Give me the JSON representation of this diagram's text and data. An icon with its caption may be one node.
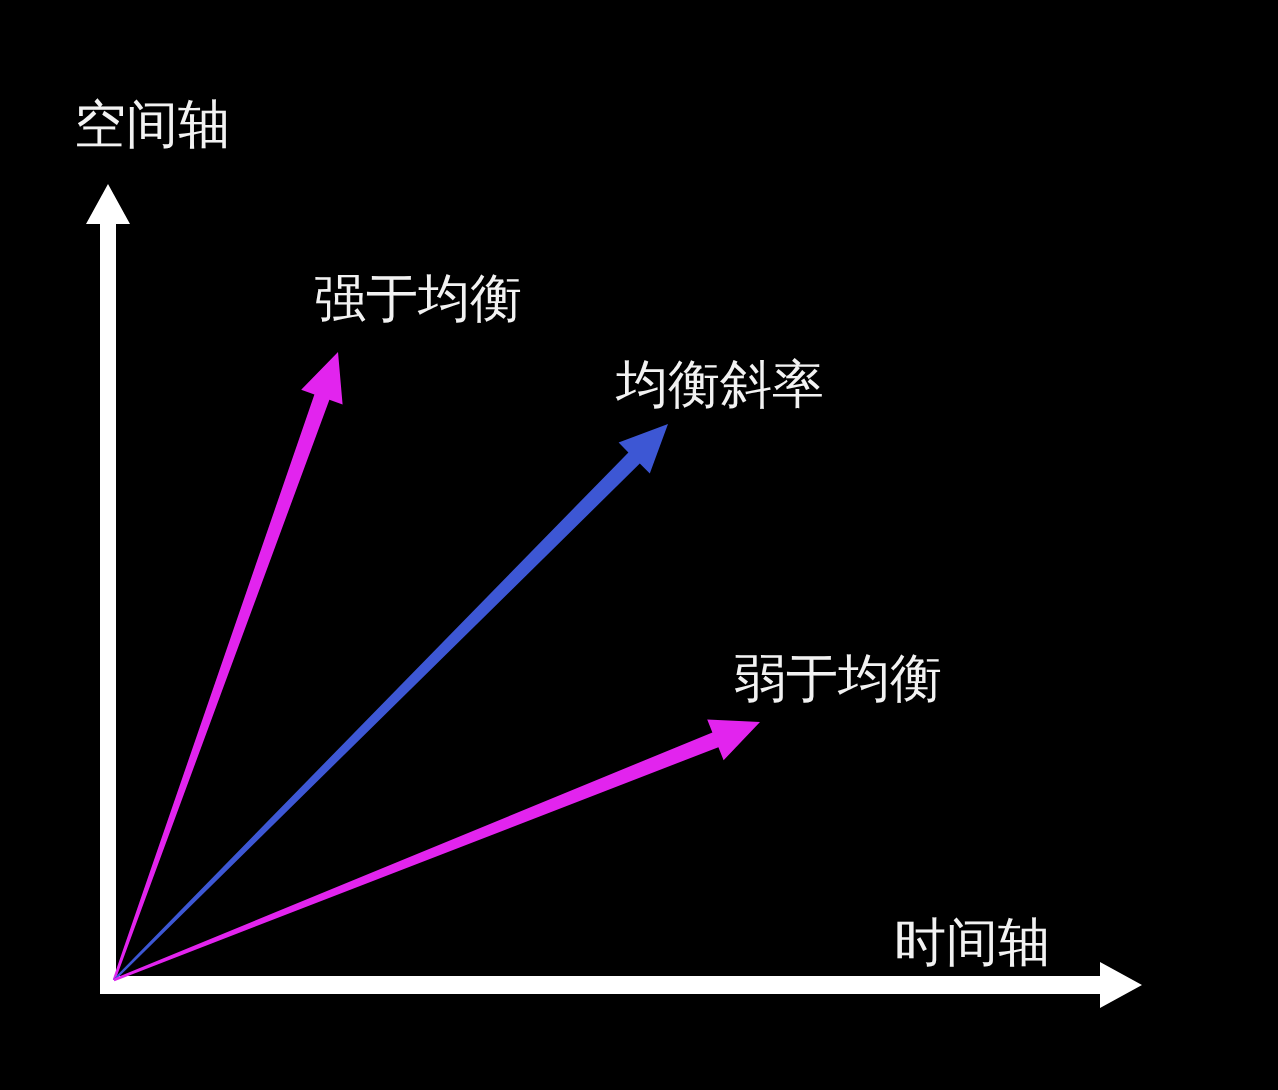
{
  "diagram": {
    "labels": [
      "空间轴",
      "强于均衡",
      "均衡斜率",
      "弱于均衡",
      "时间轴"
    ]
  }
}
